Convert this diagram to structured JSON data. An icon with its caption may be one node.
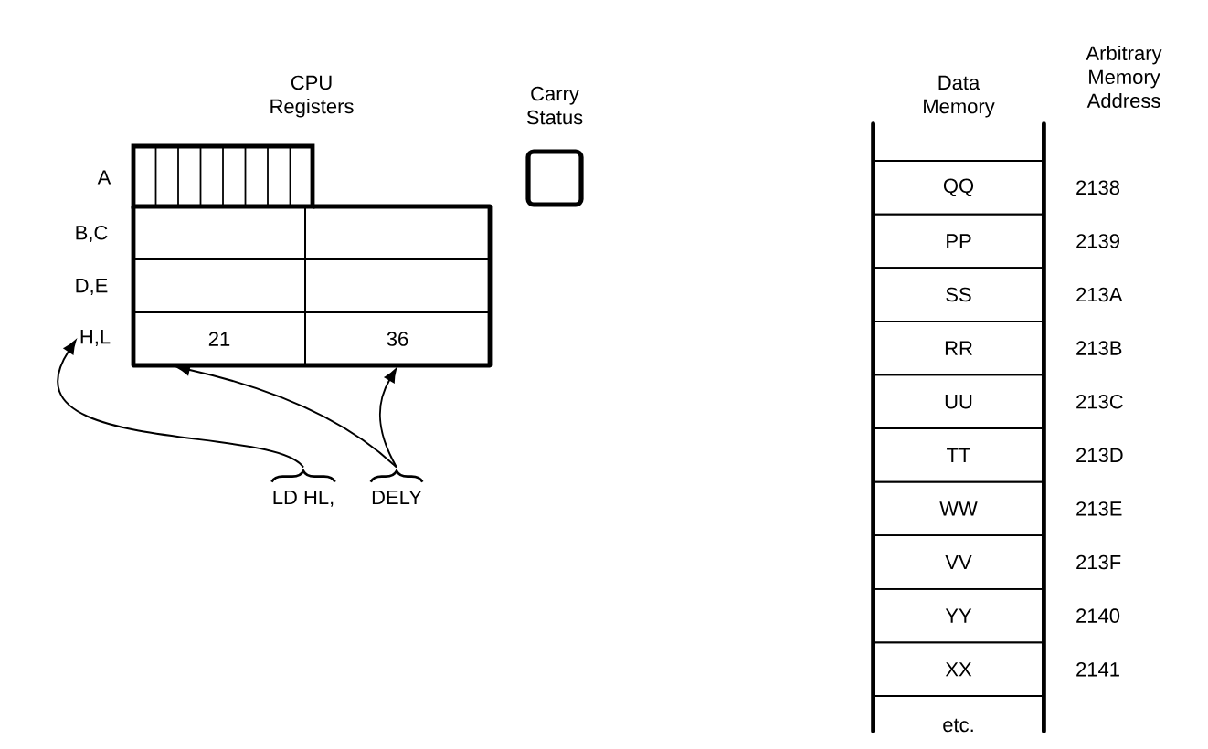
{
  "diagram": {
    "nodes": [
      {
        "text": [
          "CPU Registers"
        ]
      },
      {
        "text": [],
        "shape": "box",
        "in": 0
      },
      {
        "text": [],
        "shape": "box",
        "in": 0
      },
      {
        "text": [],
        "shape": "box",
        "in": 0
      },
      {
        "text": [],
        "shape": "box",
        "in": 0
      },
      {
        "text": [],
        "shape": "box",
        "in": 0
      },
      {
        "text": [
          "21"
        ],
        "in": 0
      },
      {
        "text": [
          "36"
        ],
        "in": 0
      },
      {
        "text": [
          "H,L"
        ]
      },
      {
        "text": [
          "Carry Status"
        ]
      },
      {
        "text": [
          "LD HL,"
        ]
      },
      {
        "text": [
          "DELY"
        ]
      },
      {
        "text": [
          "Data Memory"
        ]
      },
      {
        "text": [
          "QQ"
        ],
        "in": 12
      },
      {
        "text": [
          "PP"
        ],
        "in": 12
      },
      {
        "text": [
          "SS"
        ],
        "in": 12
      },
      {
        "text": [
          "RR"
        ],
        "in": 12
      },
      {
        "text": [
          "UU"
        ],
        "in": 12
      },
      {
        "text": [
          "TT"
        ],
        "in": 12
      },
      {
        "text": [
          "WW"
        ],
        "in": 12
      },
      {
        "text": [
          "VV"
        ],
        "in": 12
      },
      {
        "text": [
          "YY"
        ],
        "in": 12
      },
      {
        "text": [
          "XX"
        ],
        "in": 12
      }
    ],
    "edges": [
      {
        "from": 10,
        "to": 8,
        "arrow": "to"
      },
      {
        "from": 11,
        "to": 6,
        "arrow": "to"
      },
      {
        "from": 11,
        "to": 7,
        "arrow": "to"
      }
    ],
    "labels": [
      "Arbitrary Memory Address",
      "A",
      "B,C",
      "D,E",
      "2138",
      "2139",
      "213A",
      "213B",
      "213C",
      "213D",
      "213E",
      "213F",
      "2140",
      "2141",
      "etc."
    ]
  }
}
